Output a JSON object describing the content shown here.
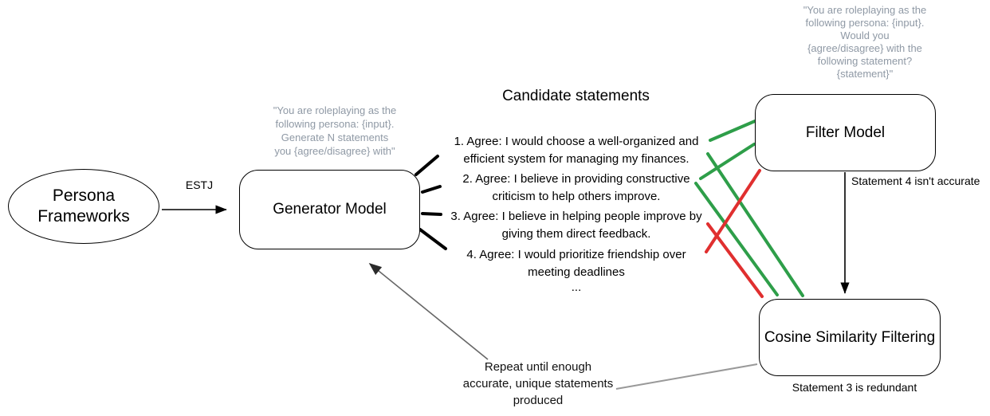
{
  "colors": {
    "accept_green": "#2e9e49",
    "reject_red": "#e02f2f",
    "prompt_gray": "#8f99a5",
    "connector_gray": "#999999"
  },
  "nodes": {
    "persona_frameworks": {
      "label": "Persona\nFrameworks"
    },
    "generator_model": {
      "label": "Generator Model",
      "prompt": "\"You are roleplaying as the\nfollowing persona: {input}.\nGenerate N statements\nyou {agree/disagree} with\""
    },
    "filter_model": {
      "label": "Filter Model",
      "prompt": "\"You are roleplaying as the\nfollowing persona: {input}.\nWould you\n{agree/disagree} with the\nfollowing statement?\n{statement}\""
    },
    "cosine_filtering": {
      "label": "Cosine Similarity Filtering"
    }
  },
  "candidates": {
    "title": "Candidate statements",
    "items": [
      "1. Agree: I would choose a well-organized and\nefficient system for managing my finances.",
      "2. Agree: I believe in providing constructive\ncriticism to help others improve.",
      "3. Agree: I believe in helping people improve by\ngiving them direct feedback.",
      "4. Agree: I would prioritize friendship over\nmeeting deadlines",
      "..."
    ]
  },
  "edges": {
    "estj_label": "ESTJ",
    "filter_note": "Statement 4 isn't accurate",
    "cosine_note": "Statement 3 is redundant",
    "repeat_note": "Repeat until enough\naccurate, unique statements\nproduced"
  }
}
